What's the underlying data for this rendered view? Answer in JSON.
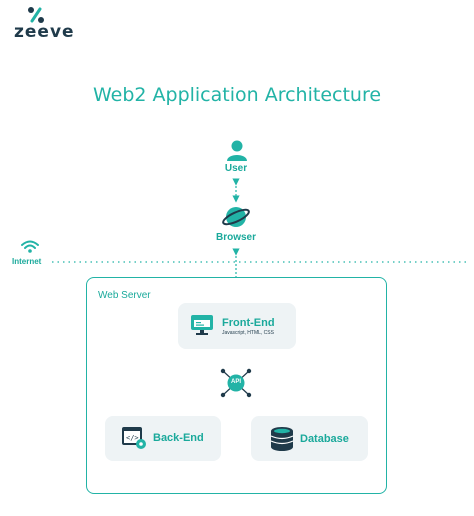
{
  "brand": {
    "name": "zeeve"
  },
  "title": "Web2 Application Architecture",
  "nodes": {
    "user": "User",
    "browser": "Browser",
    "internet": "Internet",
    "web_server": "Web Server",
    "front_end": {
      "title": "Front-End",
      "subtitle": "Javascript, HTML, CSS"
    },
    "api": "API",
    "back_end": "Back-End",
    "database": "Database"
  },
  "colors": {
    "accent": "#22b3a6",
    "dark": "#1f3a4a",
    "card": "#eef3f5"
  }
}
